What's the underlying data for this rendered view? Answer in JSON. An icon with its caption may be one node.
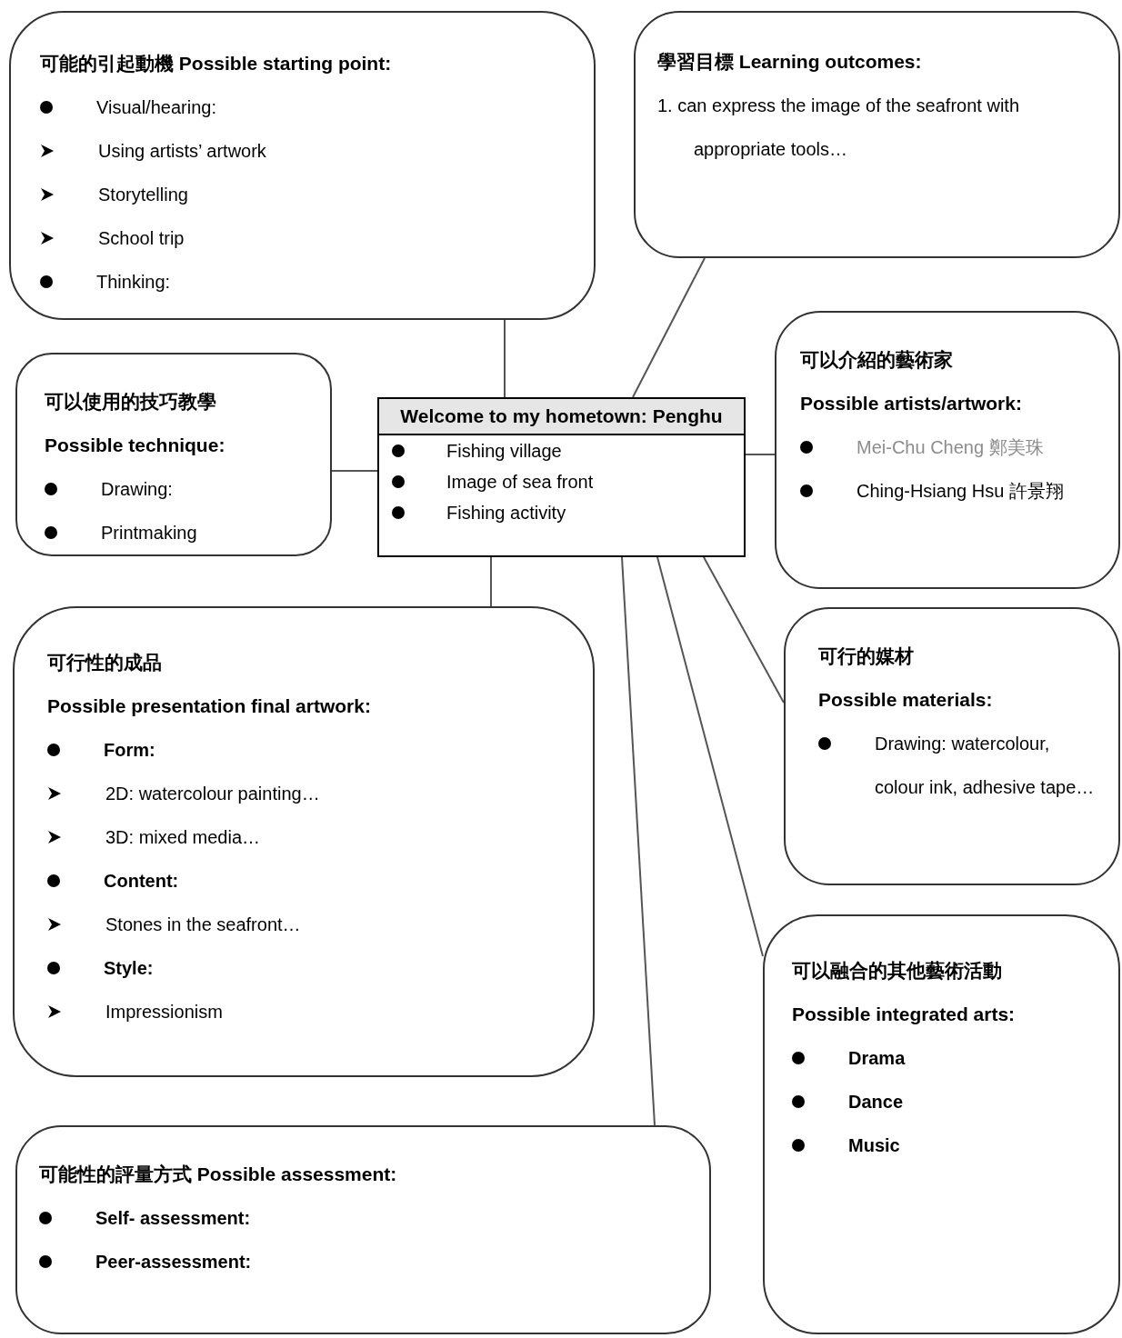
{
  "diagram": {
    "nodes": [
      {
        "text": [
          "Welcome to my hometown: Penghu",
          "Fishing village",
          "Image of sea front",
          "Fishing activity"
        ]
      },
      {
        "text": [
          "可能的引起動機 Possible starting point:",
          "Visual/hearing:",
          "Using artists’ artwork",
          "Storytelling",
          "School trip",
          "Thinking:"
        ]
      },
      {
        "text": [
          "學習目標 Learning outcomes:",
          "1. can express the image of the seafront with appropriate tools…"
        ]
      },
      {
        "text": [
          "可以使用的技巧教學",
          "Possible technique:",
          "Drawing:",
          "Printmaking"
        ]
      },
      {
        "text": [
          "可以介紹的藝術家",
          "Possible artists/artwork:",
          "Mei-Chu Cheng 鄭美珠",
          "Ching-Hsiang Hsu 許景翔"
        ]
      },
      {
        "text": [
          "可行性的成品",
          "Possible presentation final artwork:",
          "Form:",
          "2D: watercolour painting…",
          "3D: mixed media…",
          "Content:",
          "Stones in the seafront…",
          "Style:",
          "Impressionism"
        ]
      },
      {
        "text": [
          "可行的媒材",
          "Possible materials:",
          "Drawing: watercolour, colour ink, adhesive tape…"
        ]
      },
      {
        "text": [
          "可以融合的其他藝術活動",
          "Possible integrated arts:",
          "Drama",
          "Dance",
          "Music"
        ]
      },
      {
        "text": [
          "可能性的評量方式 Possible assessment:",
          "Self- assessment:",
          "Peer-assessment:"
        ]
      }
    ],
    "edges": [
      {
        "from": 0,
        "to": 1,
        "arrow": "none"
      },
      {
        "from": 0,
        "to": 2,
        "arrow": "none"
      },
      {
        "from": 0,
        "to": 3,
        "arrow": "none"
      },
      {
        "from": 0,
        "to": 4,
        "arrow": "none"
      },
      {
        "from": 0,
        "to": 5,
        "arrow": "none"
      },
      {
        "from": 0,
        "to": 6,
        "arrow": "none"
      },
      {
        "from": 0,
        "to": 7,
        "arrow": "none"
      },
      {
        "from": 0,
        "to": 8,
        "arrow": "none"
      }
    ]
  }
}
